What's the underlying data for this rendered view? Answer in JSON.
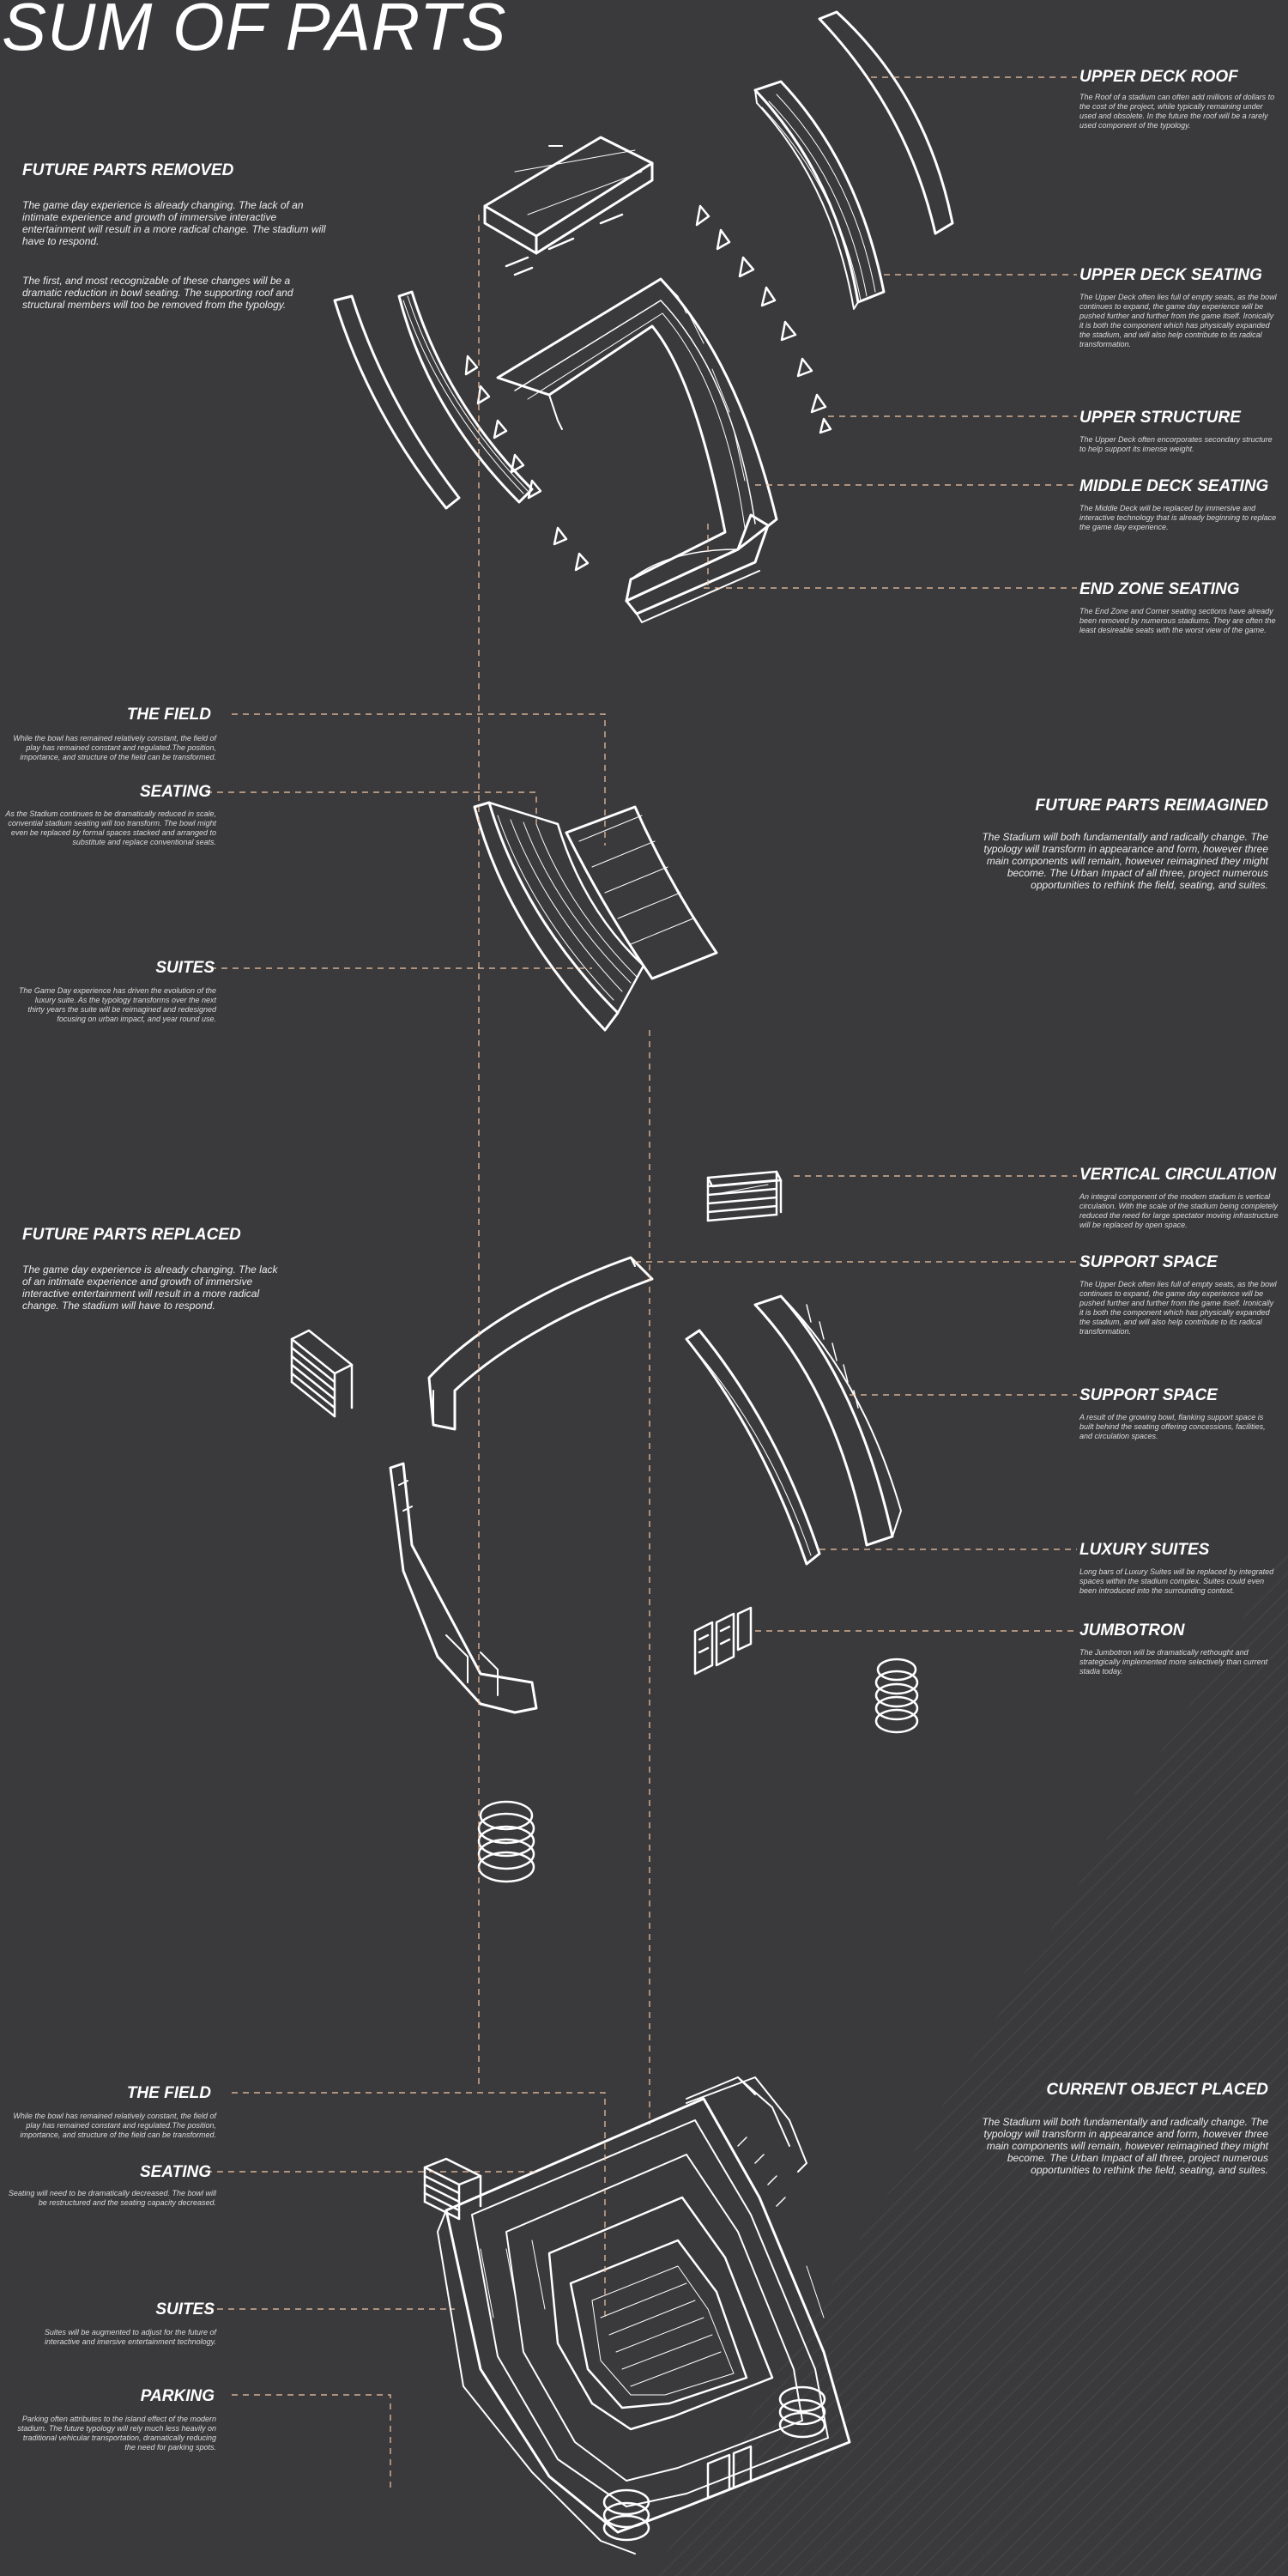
{
  "title": "SUM OF PARTS",
  "colors": {
    "background": "#3a393b",
    "line": "#ffffff",
    "leader": "#f2c7a7"
  },
  "section_removed": {
    "heading": "FUTURE PARTS REMOVED",
    "p1": "The game day experience is already changing. The lack of an intimate experience and growth of immersive interactive entertainment will result in a more radical change. The stadium will have to respond.",
    "p2": "The first, and most recognizable of these changes will be a dramatic reduction in bowl seating. The supporting roof and structural members will too be removed from the typology."
  },
  "removed_labels": [
    {
      "heading": "UPPER DECK ROOF",
      "text": "The Roof of a stadium can often add millions of dollars to the cost of the project, while typically remaining under used and obsolete. In the future the roof will be a rarely used component of the typology."
    },
    {
      "heading": "UPPER DECK SEATING",
      "text": "The Upper Deck often lies full of empty seats, as the bowl continues to expand, the game day experience will be pushed further and further from the game itself. Ironically it is both the component which has physically expanded the stadium, and will also help contribute to its radical transformation."
    },
    {
      "heading": "UPPER STRUCTURE",
      "text": "The Upper Deck often encorporates secondary structure to help support its imense weight."
    },
    {
      "heading": "MIDDLE DECK SEATING",
      "text": "The Middle Deck will be replaced by immersive and interactive technology that is already beginning to replace the game day experience."
    },
    {
      "heading": "END ZONE SEATING",
      "text": "The End Zone and Corner seating sections have already been removed by numerous stadiums. They are often the least desireable seats with the worst view of the game."
    }
  ],
  "reimagined_labels": [
    {
      "heading": "THE FIELD",
      "text": "While the bowl has remained relatively constant, the field of play has remained constant and regulated.The position, importance, and structure of the field can be transformed."
    },
    {
      "heading": "SEATING",
      "text": "As the Stadium continues to be dramatically reduced in scale, convential stadium seating will too transform. The bowl might even be replaced by formal spaces stacked and arranged to substitute and replace conventional seats."
    },
    {
      "heading": "SUITES",
      "text": "The Game Day experience has driven the evolution of the luxury suite. As the typology transforms over the next thirty years the suite will be reimagined and redesigned focusing on urban impact, and year round use."
    }
  ],
  "section_reimagined": {
    "heading": "FUTURE PARTS REIMAGINED",
    "text": "The Stadium will both fundamentally and radically change. The typology will transform in appearance and form, however three main components will remain, however reimagined they might become. The Urban Impact of all three, project numerous opportunities to rethink the field, seating, and suites."
  },
  "section_replaced": {
    "heading": "FUTURE PARTS REPLACED",
    "text": "The game day experience is already changing. The lack of an intimate experience and growth of immersive interactive entertainment will result in a more radical change. The stadium will have to respond."
  },
  "replaced_labels": [
    {
      "heading": "VERTICAL CIRCULATION",
      "text": "An integral component of the modern stadium is vertical circulation. With the scale of the stadium being completely reduced the need for large spectator moving infrastructure will be replaced by open space."
    },
    {
      "heading": "SUPPORT SPACE",
      "text": "The Upper Deck often lies full of empty seats, as the bowl continues to expand, the game day experience will be pushed further and further from the game itself. Ironically it is both the component which has physically expanded the stadium, and will also help contribute to its radical transformation."
    },
    {
      "heading": "SUPPORT SPACE",
      "text": "A result of the growing bowl, flanking support space is built behind the seating offering concessions, facilities, and circulation spaces."
    },
    {
      "heading": "LUXURY SUITES",
      "text": "Long bars of Luxury Suites will be replaced by integrated spaces within the stadium complex. Suites could even been introduced into the surrounding context."
    },
    {
      "heading": "JUMBOTRON",
      "text": "The Jumbotron will be dramatically rethought and strategically implemented more selectively than current stadia today."
    }
  ],
  "placed_labels": [
    {
      "heading": "THE FIELD",
      "text": "While the bowl has remained relatively constant, the field of play has remained constant and regulated.The position, importance, and structure of the field can be transformed."
    },
    {
      "heading": "SEATING",
      "text": "Seating will need to be dramatically decreased. The bowl will be restructured and the seating capacity decreased."
    },
    {
      "heading": "SUITES",
      "text": "Suites will be augmented to adjust for the future of interactive and imersive entertainment technology."
    },
    {
      "heading": "PARKING",
      "text": "Parking often attributes to the island effect of the modern stadium. The future typology will rely much less heavily on traditional vehicular transportation, dramatically reducing the need for parking spots."
    }
  ],
  "section_placed": {
    "heading": "CURRENT OBJECT PLACED",
    "text": "The Stadium will both fundamentally and radically change. The typology will transform in appearance and form, however three main components will remain, however reimagined they might become. The Urban Impact of all three, project numerous opportunities to rethink the field, seating, and suites."
  }
}
